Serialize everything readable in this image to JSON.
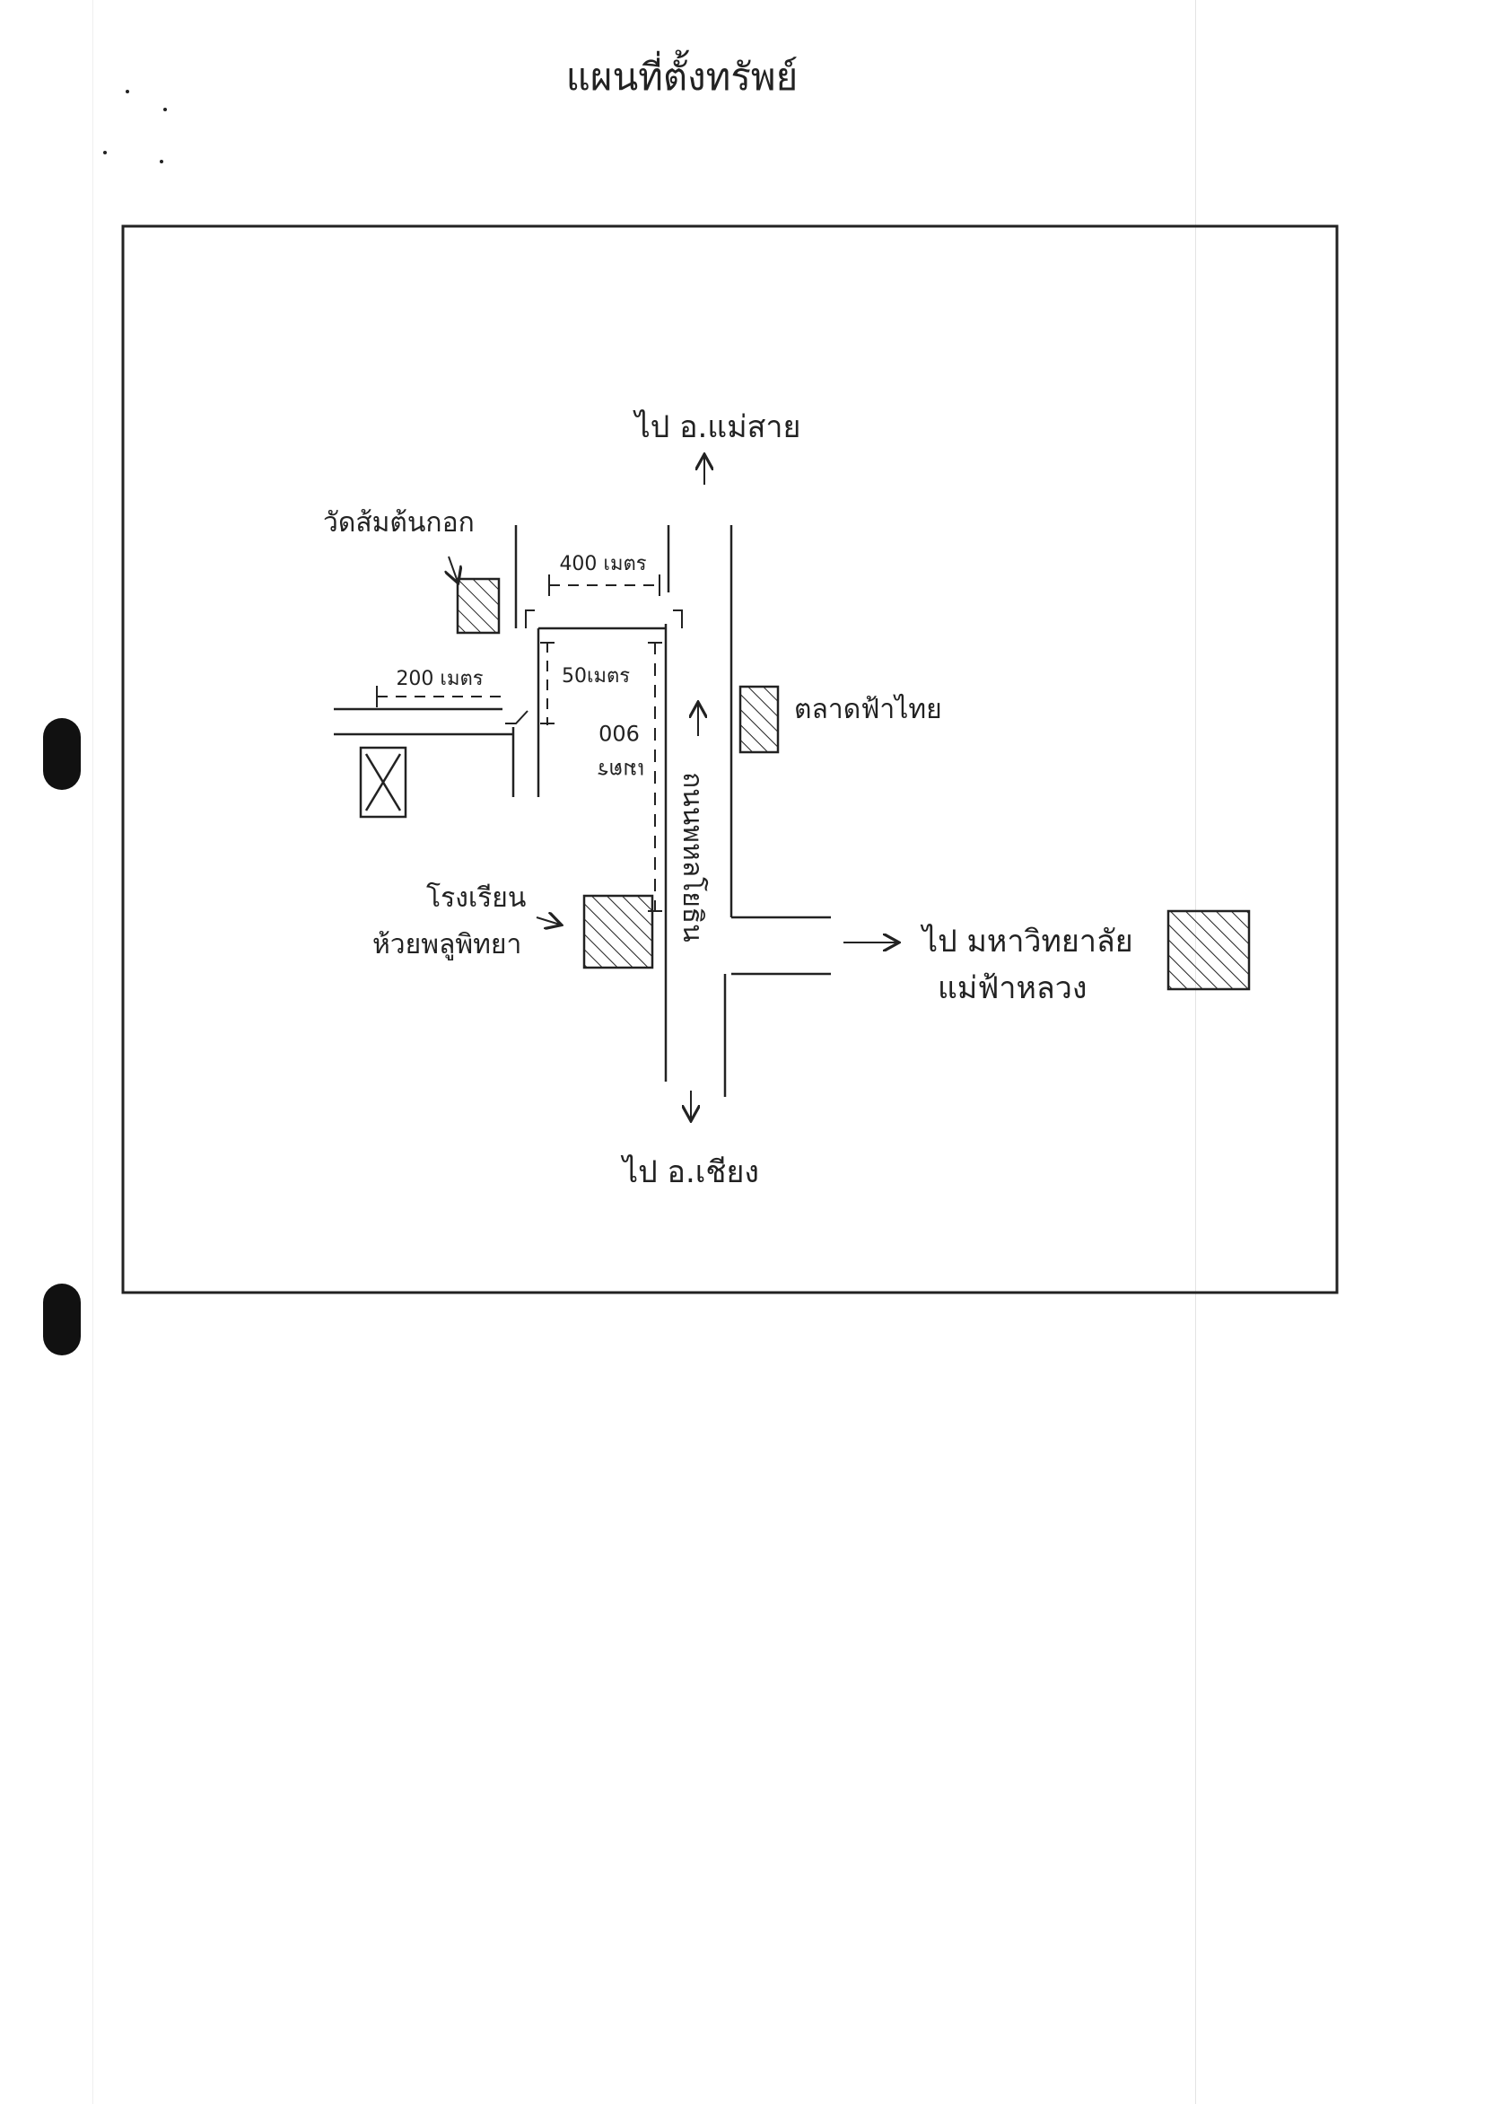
{
  "title": "แผนที่ตั้งทรัพย์",
  "labels": {
    "north_destination": "ไป อ.แม่สาย",
    "south_destination": "ไป อ.เชียง",
    "east_destination_line1": "ไป มหาวิทยาลัย",
    "east_destination_line2": "แม่ฟ้าหลวง",
    "temple": "วัดส้มต้นกอก",
    "market": "ตลาดฟ้าไทย",
    "school_line1": "โรงเรียน",
    "school_line2": "ห้วยพลูพิทยา",
    "main_road": "ถนนพหลโยธิน",
    "distance_400": "400 เมตร",
    "distance_200": "200 เมตร",
    "distance_50": "50เมตร",
    "distance_900_value": "900",
    "distance_900_unit": "เมตร"
  }
}
